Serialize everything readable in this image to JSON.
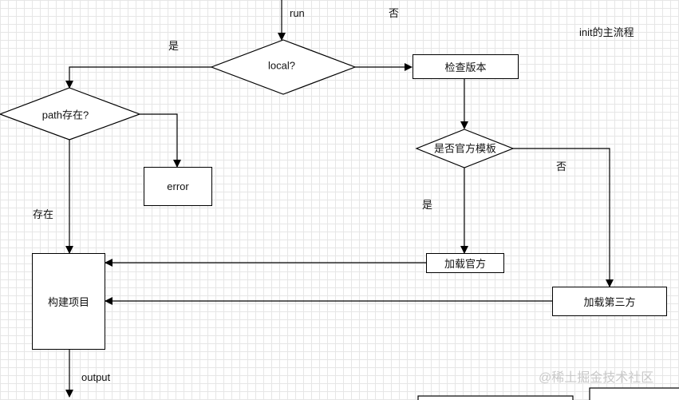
{
  "title": "init的主流程",
  "start_label": "run",
  "output_label": "output",
  "watermark": "@稀土掘金技术社区",
  "decisions": {
    "local": "local?",
    "path": "path存在?",
    "official": "是否官方模板"
  },
  "boxes": {
    "check_version": "检查版本",
    "error": "error",
    "build": "构建项目",
    "load_official": "加载官方",
    "load_third": "加载第三方"
  },
  "edge_labels": {
    "top_no": "否",
    "local_yes": "是",
    "path_exists": "存在",
    "official_yes": "是",
    "official_no": "否"
  }
}
